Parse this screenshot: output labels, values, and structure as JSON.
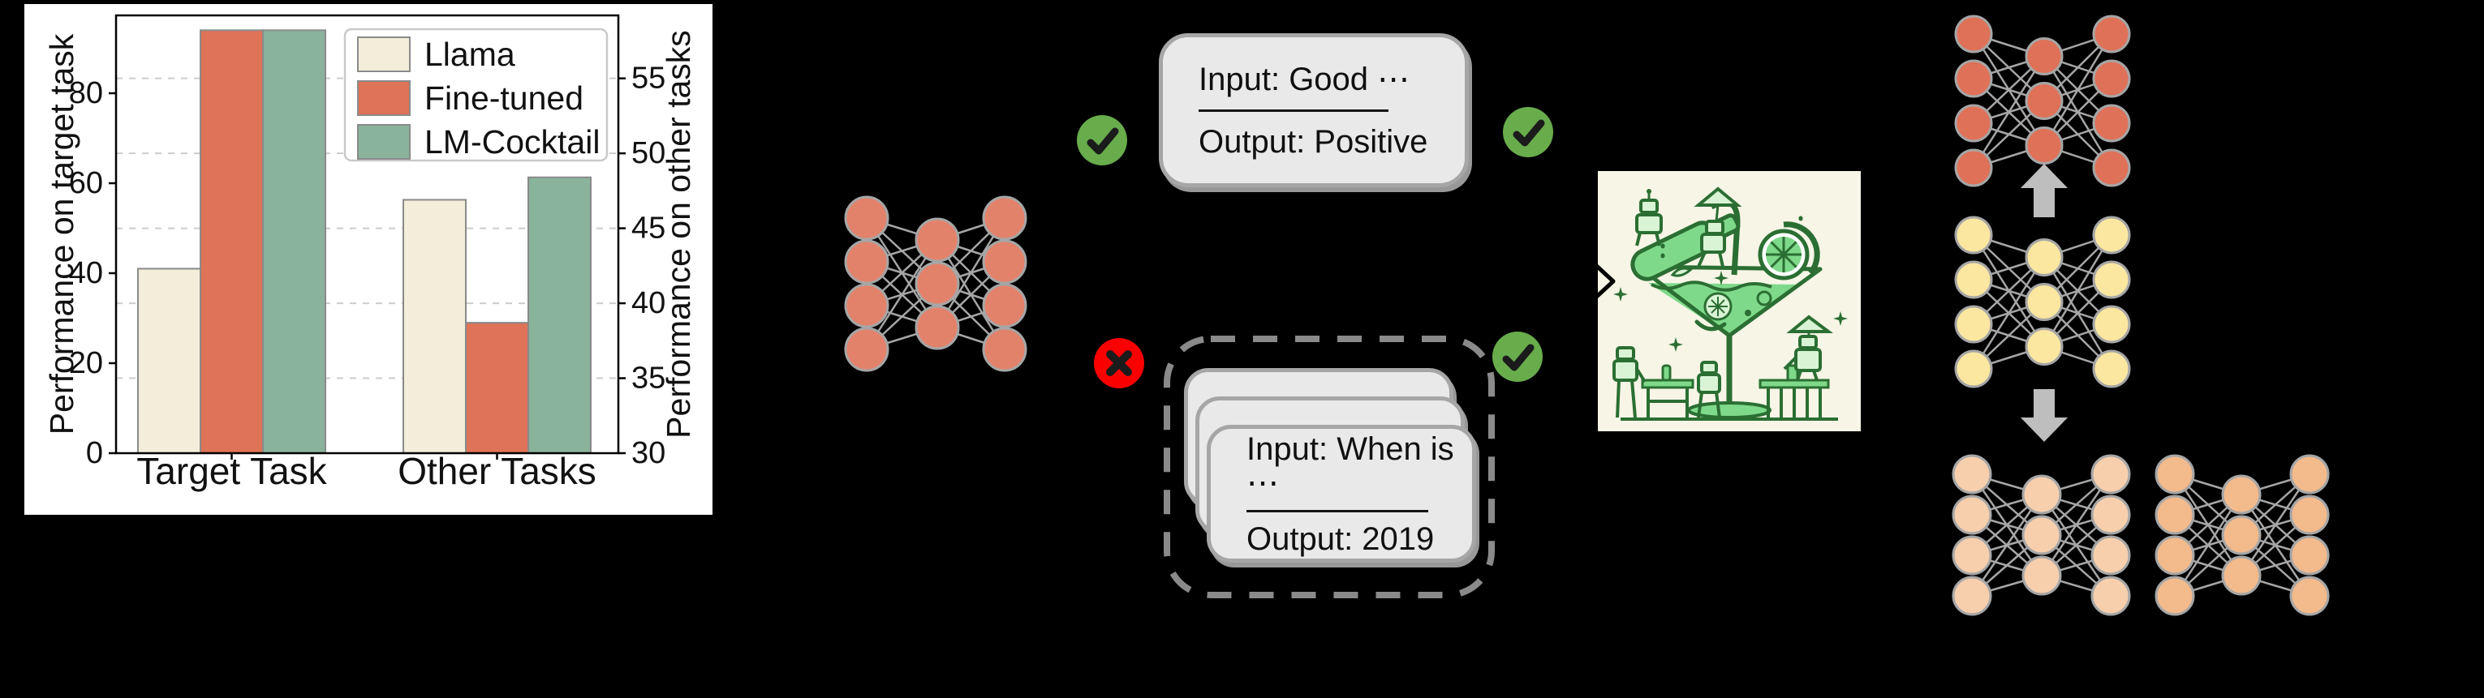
{
  "page": {
    "background": "#000000"
  },
  "chart_data": {
    "type": "bar",
    "title": "",
    "categories": [
      "Target Task",
      "Other Tasks"
    ],
    "series": [
      {
        "name": "Llama",
        "color": "#F2EEDA",
        "values": [
          41.0,
          46.9
        ]
      },
      {
        "name": "Fine-tuned",
        "color": "#DF7358",
        "values": [
          94.0,
          38.7
        ]
      },
      {
        "name": "LM-Cocktail",
        "color": "#8AB39B",
        "values": [
          94.0,
          48.4
        ]
      }
    ],
    "group_axis_mapping": [
      "left",
      "right"
    ],
    "left_axis": {
      "label": "Performance on target task",
      "ticks": [
        0,
        20,
        40,
        60,
        80
      ],
      "range": [
        0,
        97.3
      ]
    },
    "right_axis": {
      "label": "Performance on other tasks",
      "ticks": [
        30,
        35,
        40,
        45,
        50,
        55
      ],
      "range": [
        30,
        59.2
      ]
    },
    "grid": "dashed horizontal lines at right-axis ticks 35-55",
    "legend_position": "upper right",
    "panel_background": "#FFFFFF",
    "bar_edge_color": "#8A8A8A",
    "text_color": "#111111",
    "gridline_color": "#CCCCCC",
    "legend_border_color": "#C9C9C9"
  },
  "diagram": {
    "card_top": {
      "line1": "Input: Good ⋯",
      "line2": "Output: Positive"
    },
    "card_stack": {
      "line1": "Input: When is ⋯",
      "line2": "Output: 2019"
    },
    "badge_colors": {
      "check_green": "#68AC4C",
      "cross_red": "#FA0000",
      "glyph": "#1B1B1B"
    },
    "networks": {
      "base_model": "#E3826B",
      "fine_tuned_model": "#DF7158",
      "resume_model": "#FBE7A0",
      "merged_model_a": "#F7CFAD",
      "merged_model_b": "#F3BA8C",
      "node_stroke": "#A6A6A6",
      "edge_color": "#A6A6A6"
    },
    "arrow_color": "#BEBEBE",
    "card_style": {
      "background": "#E9E9E9",
      "border": "#A6A6A6"
    },
    "dashed_box_color": "#8A8A8A",
    "cocktail_art": {
      "background": "#F6F5E6",
      "line": "#2B6E33",
      "liquid": "#7FD98A",
      "accent": "#D9F4D4"
    }
  }
}
